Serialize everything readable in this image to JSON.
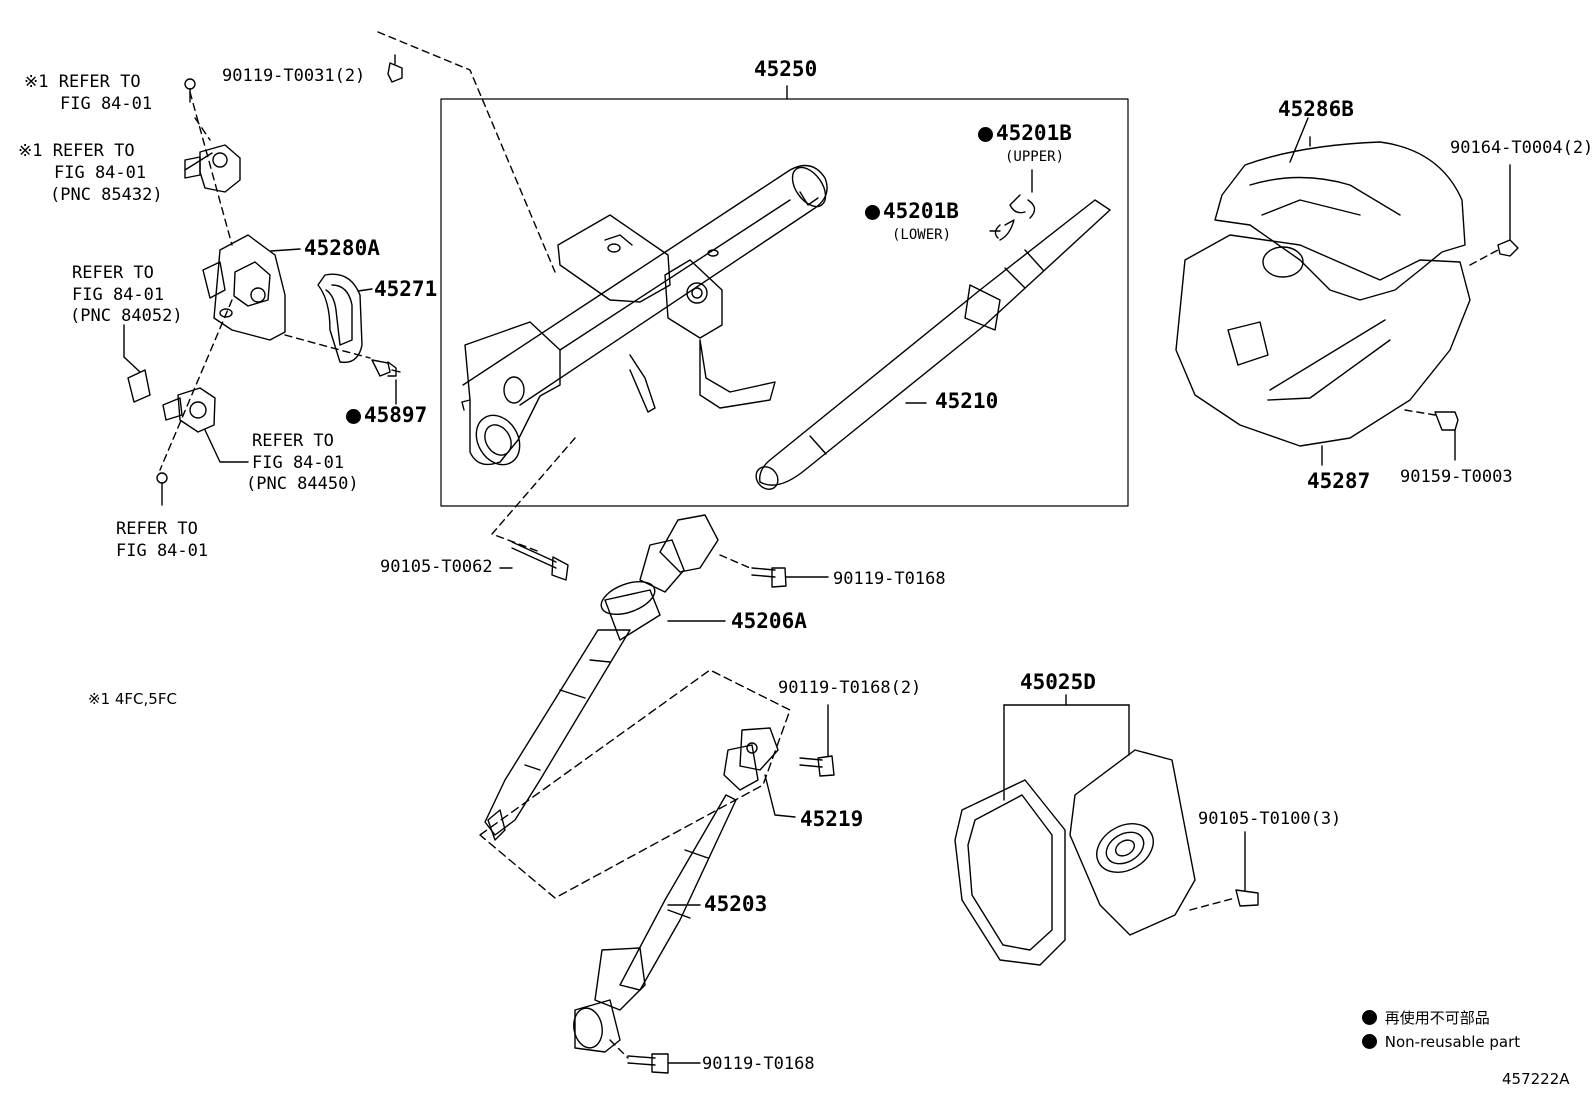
{
  "diagram": {
    "parts": {
      "p45250": "45250",
      "p45286B": "45286B",
      "p45287": "45287",
      "p45201B_upper": "45201B",
      "p45201B_upper_note": "(UPPER)",
      "p45201B_lower": "45201B",
      "p45201B_lower_note": "(LOWER)",
      "p45210": "45210",
      "p45280A": "45280A",
      "p45271": "45271",
      "p45897": "45897",
      "p45206A": "45206A",
      "p45219": "45219",
      "p45203": "45203",
      "p45025D": "45025D"
    },
    "fasteners": {
      "f90119_T0031": "90119-T0031(2)",
      "f90164_T0004": "90164-T0004(2)",
      "f90159_T0003": "90159-T0003",
      "f90105_T0062": "90105-T0062",
      "f90119_T0168_a": "90119-T0168",
      "f90119_T0168_2": "90119-T0168(2)",
      "f90105_T0100": "90105-T0100(3)",
      "f90119_T0168_b": "90119-T0168"
    },
    "refs": {
      "ref1_l1": "※1 REFER TO",
      "ref1_l2": "FIG 84-01",
      "ref2_l1": "※1 REFER TO",
      "ref2_l2": "FIG 84-01",
      "ref2_l3": "(PNC 85432)",
      "ref3_l1": "REFER TO",
      "ref3_l2": "FIG 84-01",
      "ref3_l3": "(PNC 84052)",
      "ref4_l1": "REFER TO",
      "ref4_l2": "FIG 84-01",
      "ref4_l3": "(PNC 84450)",
      "ref5_l1": "REFER TO",
      "ref5_l2": "FIG 84-01"
    },
    "footnote": "※1 4FC,5FC",
    "legend": {
      "jp": "再使用不可部品",
      "en": "Non-reusable part"
    },
    "diagram_id": "457222A"
  }
}
